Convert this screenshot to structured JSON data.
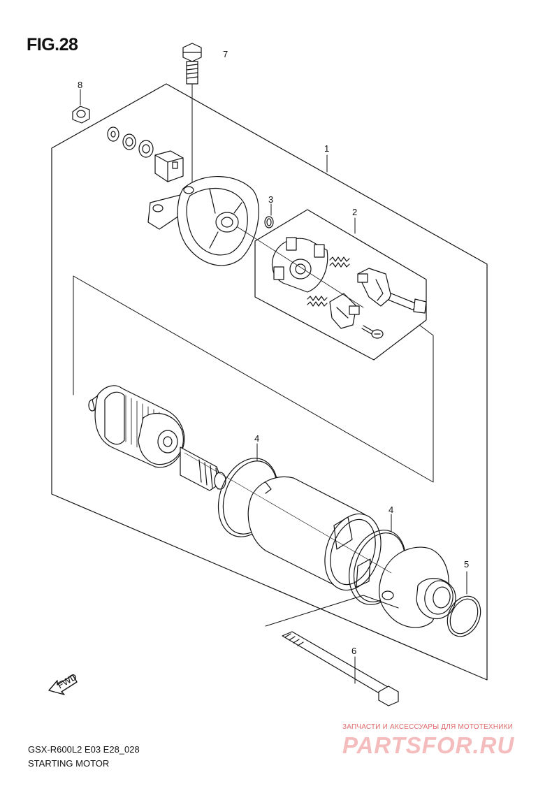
{
  "figure": {
    "title": "FIG.28",
    "callouts": {
      "c1": "1",
      "c2": "2",
      "c3": "3",
      "c4a": "4",
      "c4b": "4",
      "c5": "5",
      "c6": "6",
      "c7": "7",
      "c8": "8"
    },
    "fwd_label": "FWD"
  },
  "caption": {
    "model": "GSX-R600L2 E03 E28_028",
    "name": "STARTING MOTOR"
  },
  "watermark": {
    "tagline": "ЗАПЧАСТИ И АКСЕССУАРЫ ДЛЯ МОТОТЕХНИКИ",
    "logo": "PARTSFOR.RU"
  },
  "colors": {
    "line": "#111111",
    "shade": "#dddddd",
    "watermark": "#e06a6a"
  }
}
